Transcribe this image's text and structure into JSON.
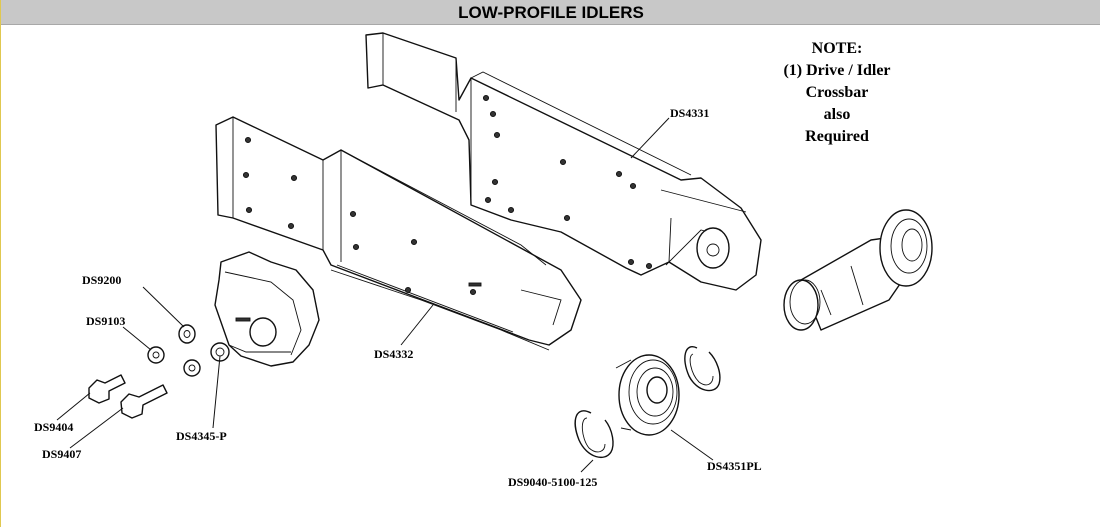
{
  "title": "LOW-PROFILE IDLERS",
  "note": {
    "lines": [
      "NOTE:",
      "(1) Drive / Idler",
      "Crossbar",
      "also",
      "Required"
    ]
  },
  "parts": {
    "ds4331": "DS4331",
    "ds4332": "DS4332",
    "ds9200": "DS9200",
    "ds9103": "DS9103",
    "ds9404": "DS9404",
    "ds9407": "DS9407",
    "ds4345p": "DS4345-P",
    "ds4351pl": "DS4351PL",
    "ds9040": "DS9040-5100-125"
  },
  "colors": {
    "title_bar": "#c8c8c8",
    "line": "#111111",
    "left_border": "#e0c850"
  }
}
